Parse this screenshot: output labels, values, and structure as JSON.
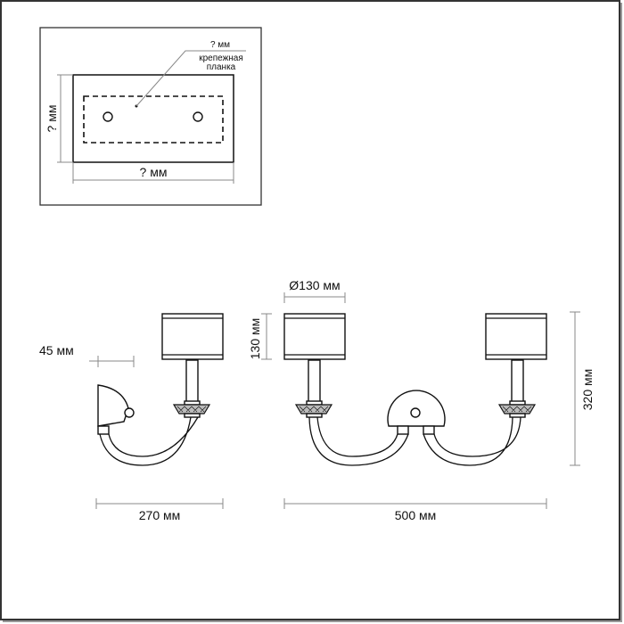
{
  "mount_plate": {
    "width_label": "? мм",
    "height_label": "? мм",
    "plate_size_label": "? мм",
    "plate_name_line1": "крепежная",
    "plate_name_line2": "планка"
  },
  "dimensions": {
    "wall_offset": "45 мм",
    "shade_diameter": "Ø130 мм",
    "shade_height": "130 мм",
    "total_height": "320 мм",
    "depth": "270 мм",
    "width": "500 мм"
  }
}
